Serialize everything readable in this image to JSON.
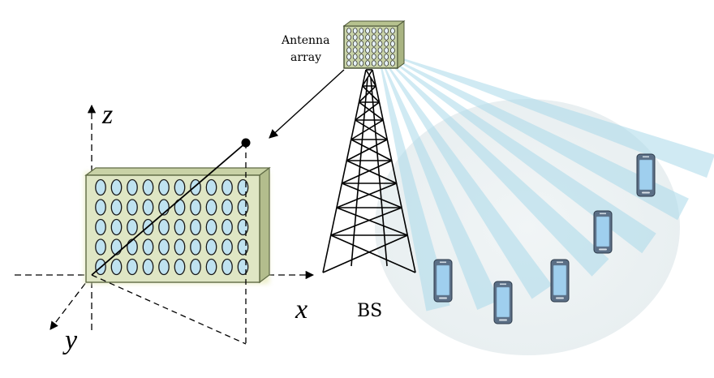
{
  "labels": {
    "antenna_line1": "Antenna",
    "antenna_line2": "array",
    "base_station": "BS",
    "axis_z": "z",
    "axis_x": "x",
    "axis_y": "y"
  },
  "array_grid": {
    "rows": 5,
    "cols": 10
  },
  "mini_array_grid": {
    "rows": 6,
    "cols": 8
  },
  "beam_count": 7,
  "user_count": 5,
  "colors": {
    "panel_fill": "#dfe6c4",
    "panel_edge": "#6f7a55",
    "element_fill": "#bfe2f0",
    "beam": "#a9d8ea",
    "coverage": "#eef2f3",
    "phone_body": "#5b6f86",
    "phone_screen": "#9fcfee"
  },
  "icons": {
    "base_station": "lattice-tower-icon",
    "user_device": "smartphone-icon",
    "antenna": "antenna-array-icon"
  }
}
